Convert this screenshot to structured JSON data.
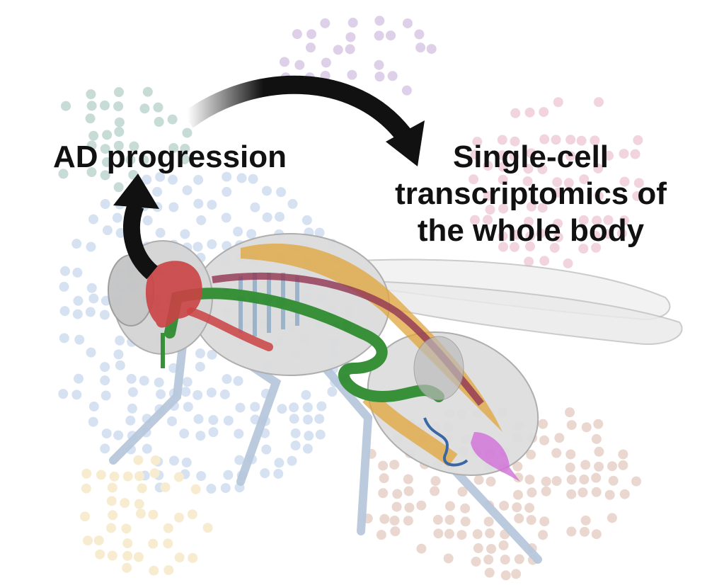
{
  "labels": {
    "left": "AD progression",
    "right_line1": "Single-cell",
    "right_line2": "transcriptomics of",
    "right_line3": "the whole body"
  },
  "colors": {
    "arrow": "#111111",
    "brain": "#c9383a",
    "gut": "#2e8b2e",
    "fat_body": "#e0a030",
    "heart": "#8b2a4a",
    "reproductive": "#d070d8",
    "muscle": "#7a9ec0",
    "body": "#d8d8d8"
  },
  "clusters": [
    {
      "name": "teal",
      "color": "#c7dcd6"
    },
    {
      "name": "purple",
      "color": "#ddd0e8"
    },
    {
      "name": "pink",
      "color": "#f2d4df"
    },
    {
      "name": "blue",
      "color": "#d6e2f2"
    },
    {
      "name": "yellow",
      "color": "#f8ecd0"
    },
    {
      "name": "brown",
      "color": "#ead8d0"
    }
  ]
}
